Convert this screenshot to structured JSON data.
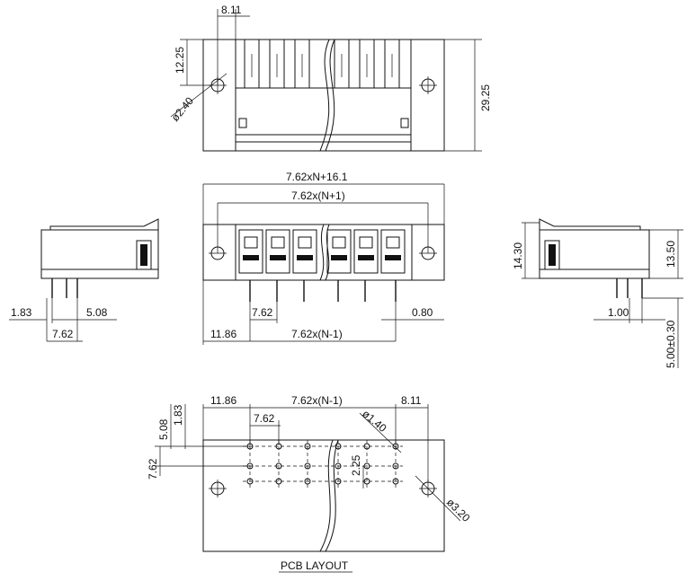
{
  "top_view": {
    "dim_pitch_edge": "8.11",
    "dim_height_small": "12.25",
    "dim_hole": "ø2.40",
    "dim_total_height": "29.25"
  },
  "front_view": {
    "dim_overall": "7.62xN+16.1",
    "dim_inner": "7.62x(N+1)",
    "dim_pitch": "7.62",
    "dim_pin": "0.80",
    "dim_left": "11.86",
    "dim_span": "7.62x(N-1)"
  },
  "left_side": {
    "dim_a": "1.83",
    "dim_b": "5.08",
    "dim_c": "7.62"
  },
  "right_side": {
    "dim_height": "14.30",
    "dim_body": "13.50",
    "dim_pin": "1.00",
    "dim_length": "5.00±0.30"
  },
  "pcb_layout": {
    "dim_left": "11.86",
    "dim_span": "7.62x(N-1)",
    "dim_right": "8.11",
    "dim_pitch": "7.62",
    "dim_a": "5.08",
    "dim_b": "1.83",
    "dim_row": "7.62",
    "dim_hole_small": "ø1.40",
    "dim_offset": "2.25",
    "dim_hole_big": "ø3.20",
    "caption": "PCB LAYOUT"
  }
}
